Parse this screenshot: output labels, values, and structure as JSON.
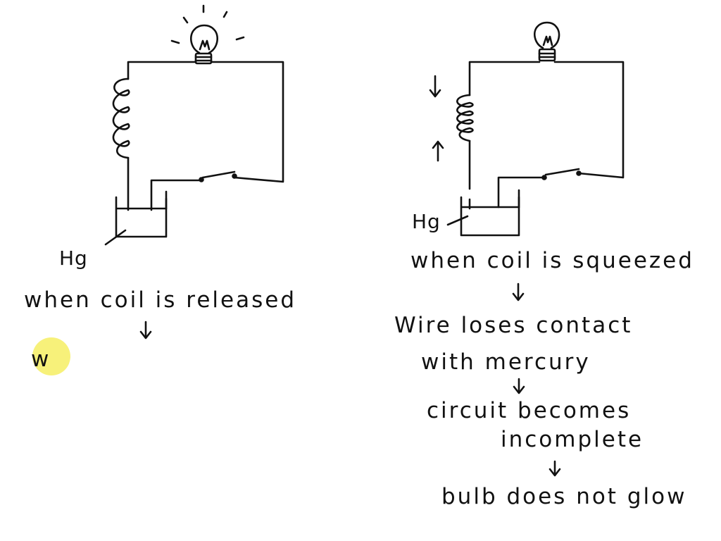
{
  "colors": {
    "ink": "#111111",
    "background": "#ffffff",
    "cursor_highlight": "#f7f17a"
  },
  "left": {
    "hg_label": "Hg",
    "caption": "when coil is released",
    "next_step": "w"
  },
  "right": {
    "hg_label": "Hg",
    "steps": [
      "when coil is squeezed",
      "Wire loses contact",
      "with mercury",
      "circuit becomes",
      "incomplete",
      "bulb does not glow"
    ]
  },
  "icons": [
    "bulb-icon",
    "down-arrow-icon",
    "up-arrow-icon"
  ]
}
